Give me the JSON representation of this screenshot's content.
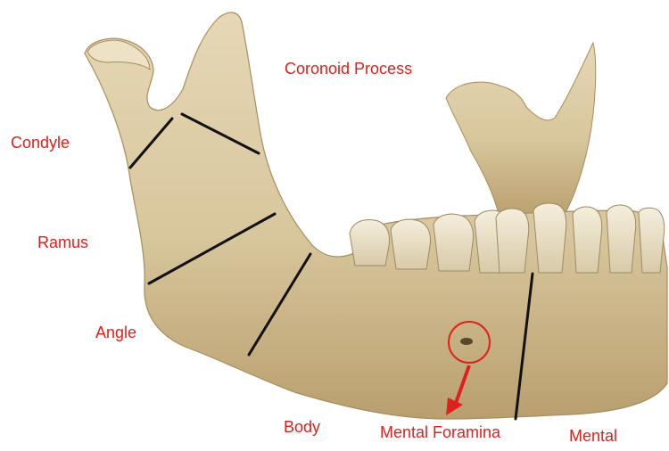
{
  "figure": {
    "labels": {
      "coronoid": "Coronoid Process",
      "condyle": "Condyle",
      "ramus": "Ramus",
      "angle": "Angle",
      "body": "Body",
      "mental_foramina": "Mental Foramina",
      "mental": "Mental"
    },
    "colors": {
      "label_text": "#e0201a",
      "divider_lines": "#111111",
      "bone": "#d9c9a3",
      "bone_shadow": "#b49a6a",
      "teeth": "#ece3cc",
      "background": "#ffffff"
    }
  }
}
